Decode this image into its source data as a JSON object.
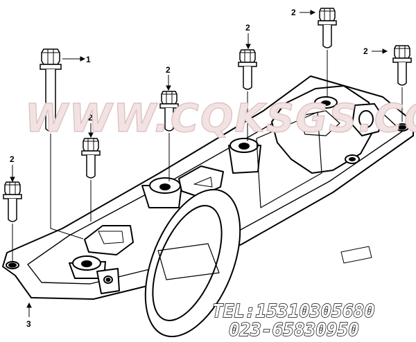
{
  "watermark": "WWW.CQKSGS.COM",
  "contact": {
    "tel": "TEL:15310305680",
    "phone": "023-65830950"
  },
  "callouts": {
    "bolt_long": "1",
    "bolt_short": "2",
    "cover": "3"
  }
}
